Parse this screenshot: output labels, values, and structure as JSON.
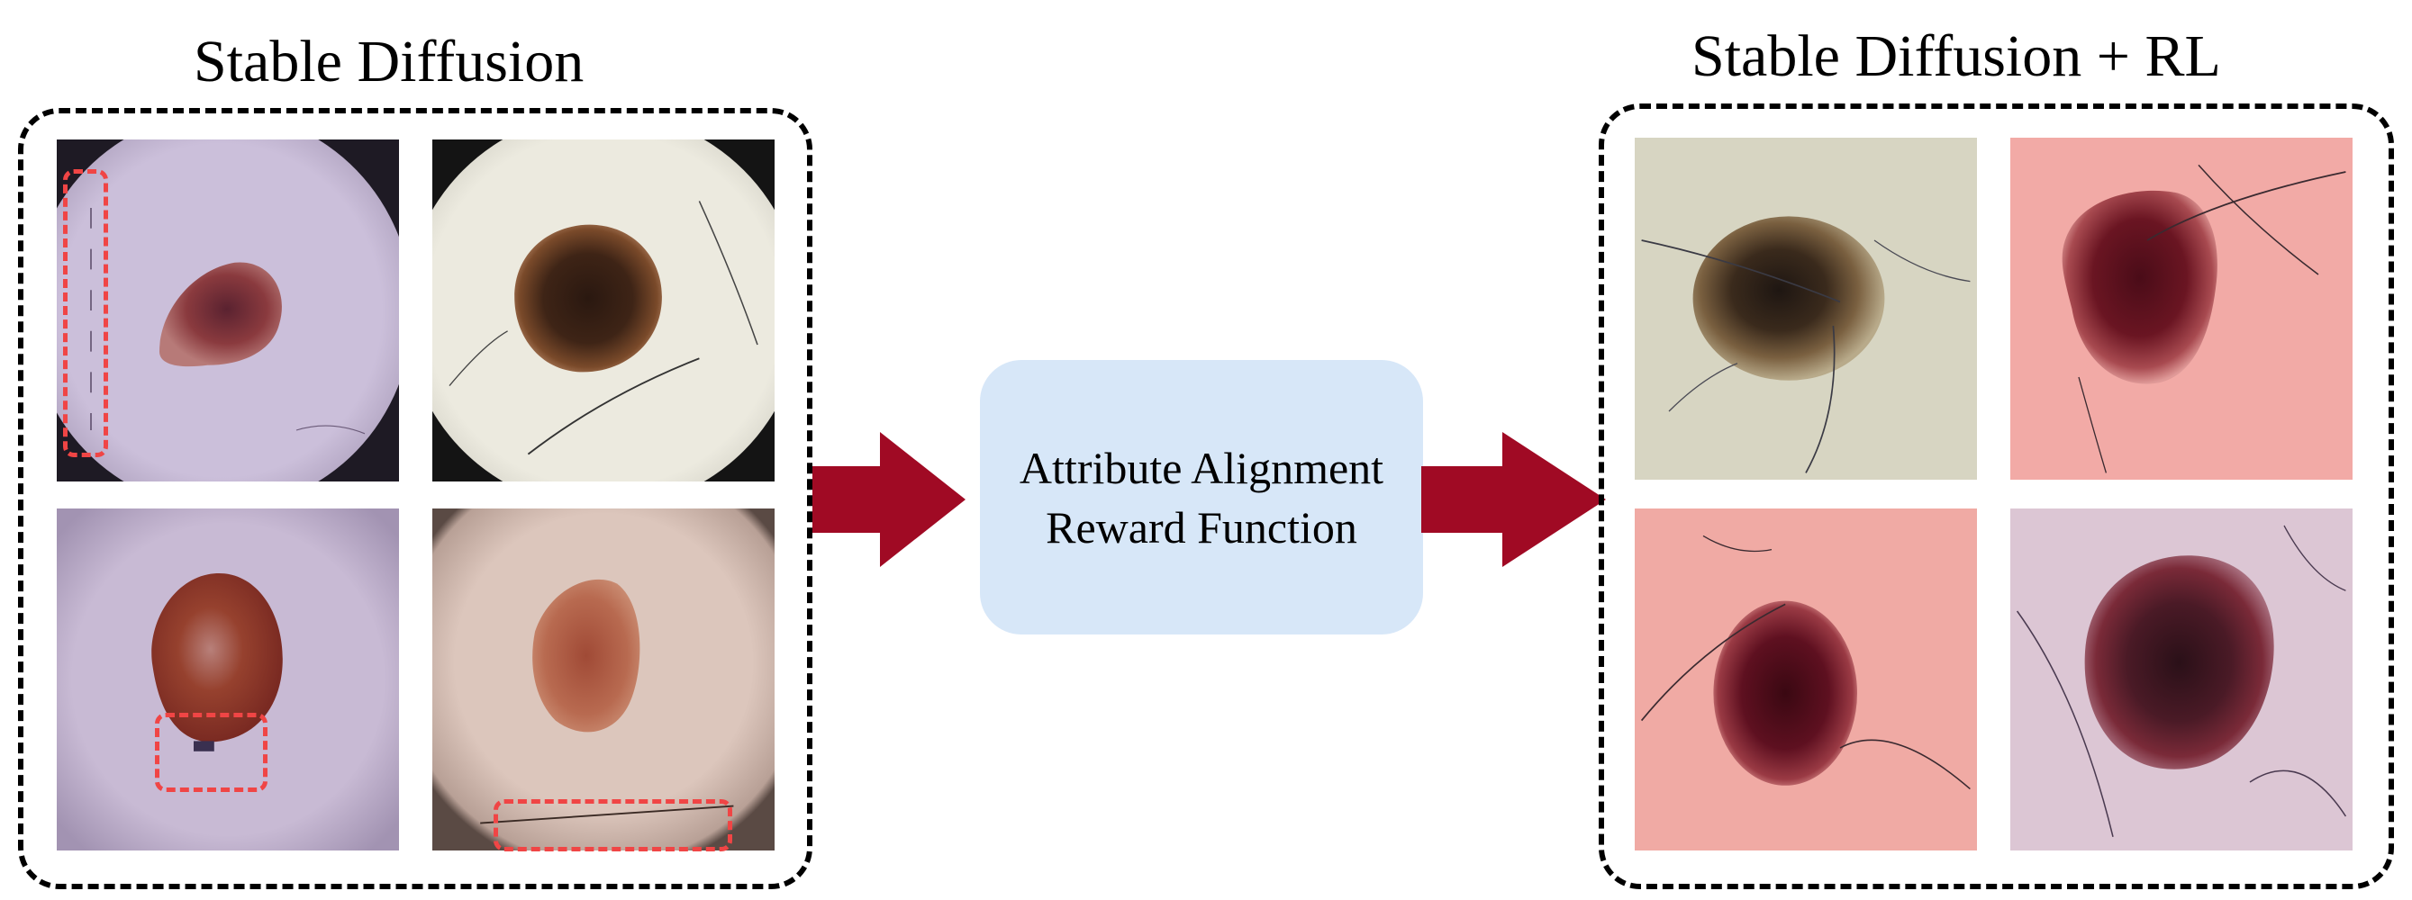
{
  "left_group": {
    "title": "Stable Diffusion",
    "images": [
      {
        "name": "sd-lesion-1",
        "background": "#c9bdd8",
        "lesion": "#7a2f36",
        "vignette": true
      },
      {
        "name": "sd-lesion-2",
        "background": "#e9e7dd",
        "lesion": "#3a2318",
        "vignette": true
      },
      {
        "name": "sd-lesion-3",
        "background": "#c6b8d2",
        "lesion": "#8f3a2a",
        "vignette": true
      },
      {
        "name": "sd-lesion-4",
        "background": "#d7c1b7",
        "lesion": "#9a4a3a",
        "vignette": true
      }
    ],
    "artifact_markers": [
      "ruler-marks-artifact",
      "ink-mark-artifact",
      "scale-bar-artifact"
    ]
  },
  "center": {
    "reward_line1": "Attribute Alignment",
    "reward_line2": "Reward Function"
  },
  "right_group": {
    "title": "Stable Diffusion + RL",
    "images": [
      {
        "name": "rl-lesion-1",
        "background": "#d6d5c2",
        "lesion": "#3c2a1c"
      },
      {
        "name": "rl-lesion-2",
        "background": "#f2aaa6",
        "lesion": "#6a1522"
      },
      {
        "name": "rl-lesion-3",
        "background": "#f0aaa4",
        "lesion": "#5e1020"
      },
      {
        "name": "rl-lesion-4",
        "background": "#ddc6d4",
        "lesion": "#4a1a26"
      }
    ]
  },
  "colors": {
    "arrow": "#a00a24",
    "marker": "#f04545",
    "reward_box": "#d7e7f8",
    "dashed_border": "#000000"
  }
}
